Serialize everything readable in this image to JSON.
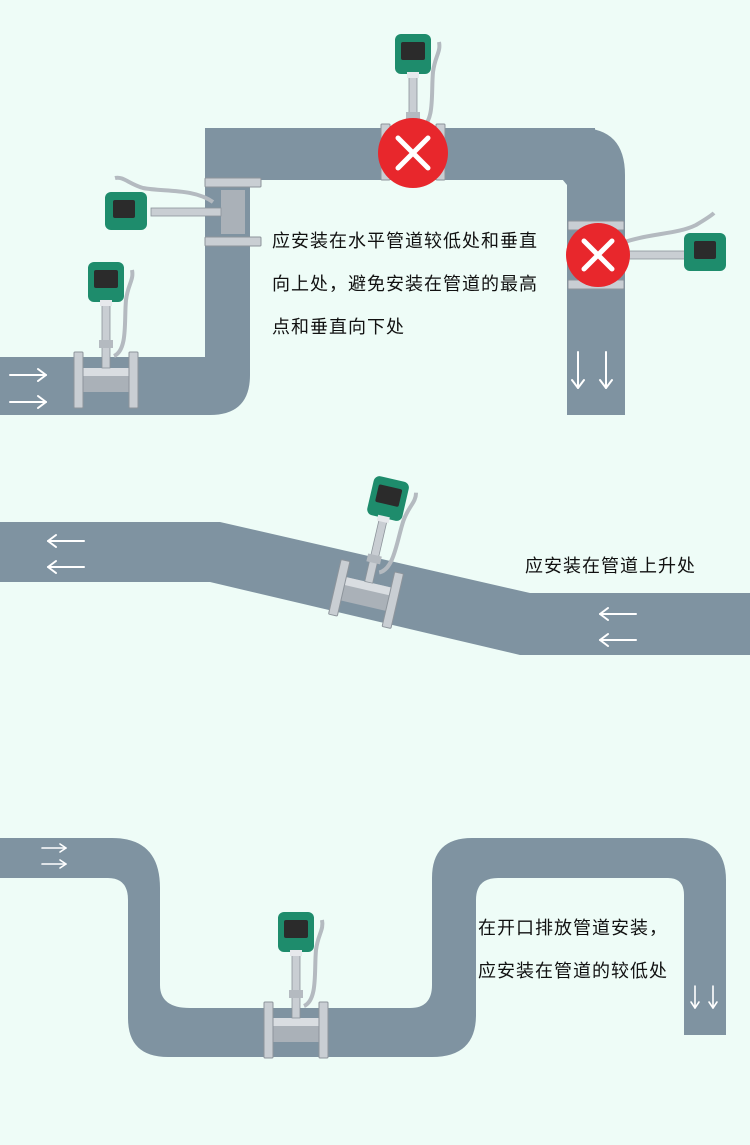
{
  "colors": {
    "background": "#eefcf7",
    "pipe": "#7f93a1",
    "arrow": "#ffffff",
    "meter_body": "#1e8c6c",
    "meter_display": "#2b2b2b",
    "steel": "#c9ced3",
    "steel_dark": "#8d949b",
    "forbidden": "#e8272c"
  },
  "sections": [
    {
      "id": "horizontal-vertical",
      "caption_lines": [
        "应安装在水平管道较低处和垂直",
        "向上处，避免安装在管道的最高",
        "点和垂直向下处"
      ],
      "flow_symbols": {
        "inlet": "→",
        "outlet": "↓"
      },
      "forbidden_mark": "✕"
    },
    {
      "id": "incline",
      "caption_lines": [
        "应安装在管道上升处"
      ],
      "flow_symbols": {
        "inlet": "←",
        "outlet": "←"
      }
    },
    {
      "id": "open-drain",
      "caption_lines": [
        "在开口排放管道安装，",
        "应安装在管道的较低处"
      ],
      "flow_symbols": {
        "inlet": "→",
        "outlet": "↓"
      }
    }
  ]
}
